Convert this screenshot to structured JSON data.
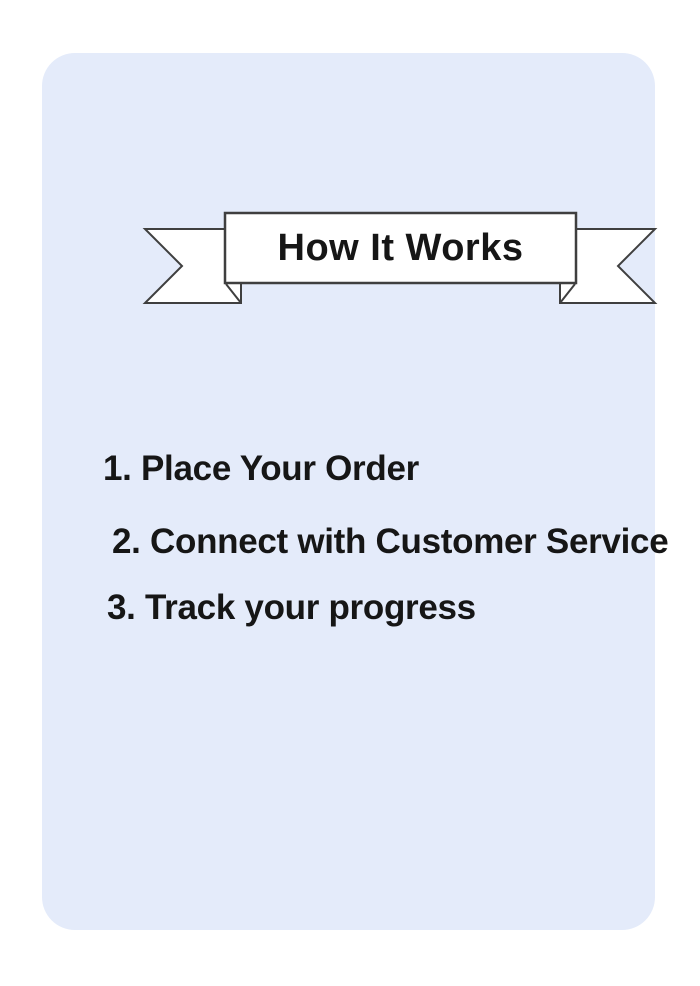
{
  "banner": {
    "title": "How It Works"
  },
  "steps": [
    {
      "text": "1. Place Your Order"
    },
    {
      "text": "2. Connect with Customer Service"
    },
    {
      "text": "3. Track your progress"
    }
  ],
  "colors": {
    "page-bg": "#ffffff",
    "card-bg": "#e4ebfa",
    "ribbon-fill": "#ffffff",
    "ribbon-stroke": "#3f3f3f",
    "text-color": "#161616"
  }
}
